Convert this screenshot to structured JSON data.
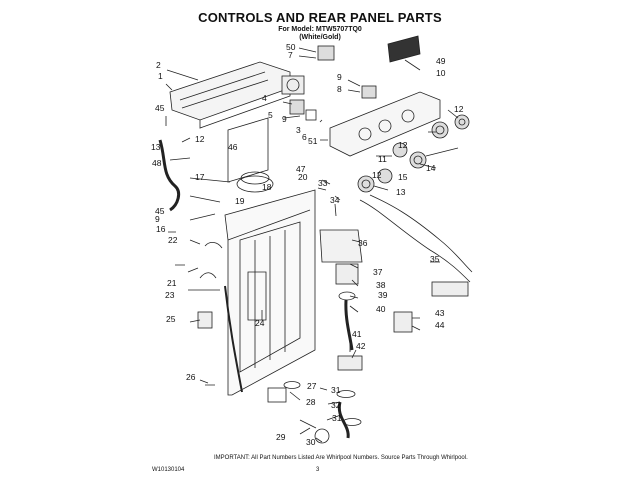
{
  "header": {
    "title": "CONTROLS AND REAR PANEL PARTS",
    "model_line": "For Model: MTW5707TQ0",
    "color_line": "(White/Gold)"
  },
  "callouts": [
    "50",
    "7",
    "49",
    "2",
    "10",
    "1",
    "9",
    "8",
    "4",
    "45",
    "12",
    "5",
    "9",
    "12",
    "3",
    "6",
    "51",
    "13",
    "46",
    "48",
    "47",
    "11",
    "12",
    "14",
    "17",
    "20",
    "33",
    "15",
    "12",
    "13",
    "18",
    "19",
    "45",
    "34",
    "9",
    "16",
    "36",
    "22",
    "35",
    "37",
    "21",
    "38",
    "23",
    "39",
    "40",
    "43",
    "25",
    "24",
    "44",
    "41",
    "42",
    "26",
    "27",
    "31",
    "28",
    "32",
    "31",
    "29",
    "30"
  ],
  "footer": {
    "note": "IMPORTANT: All Part Numbers Listed Are Whirlpool Numbers. Source Parts Through Whirlpool.",
    "doc_code": "W10130104",
    "page": "3"
  }
}
